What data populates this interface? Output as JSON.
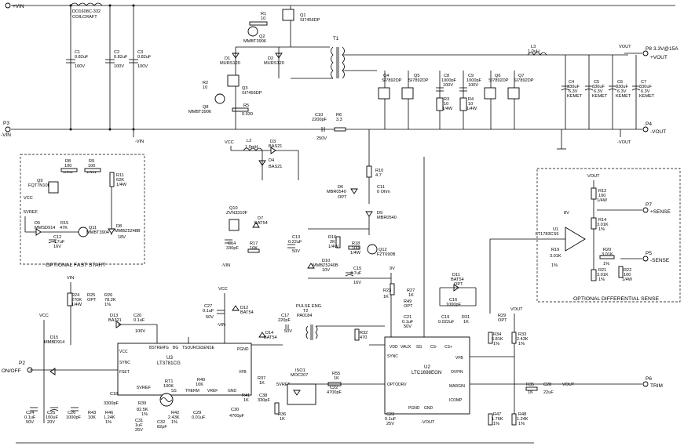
{
  "ports": {
    "vin_plus": "+VIN",
    "vin_minus_p3": "P3",
    "vin_minus": "-VIN",
    "p8": "P8",
    "p8_rating": "3.3V@15A",
    "vout_plus": "+VOUT",
    "p4": "P4",
    "vout_minus": "-VOUT",
    "p7": "P7",
    "sense_plus": "+SENSE",
    "p5": "P5",
    "sense_minus": "-SENSE",
    "p2": "P2",
    "onoff": "ON/OFF",
    "p6": "P6",
    "trim": "TRIM"
  },
  "nets": {
    "vout": "VOUT",
    "minus_vout": "-VOUT",
    "minus_vin": "-VIN",
    "vcc": "VCC",
    "vin": "VIN",
    "fivevref": "5VREF",
    "eightv": "8V",
    "ninev": "9V"
  },
  "components": {
    "l_in": [
      "DO1608C-332",
      "COILCRAFT"
    ],
    "c1": [
      "C1",
      "0.82uF",
      "100V"
    ],
    "c2": [
      "C2",
      "0.82uF",
      "100V"
    ],
    "c3": [
      "C3",
      "0.82uF",
      "100V"
    ],
    "r1": [
      "R1",
      "10"
    ],
    "q1": [
      "Q1",
      "SI7456DP"
    ],
    "q2": [
      "Q2",
      "MMBT3906"
    ],
    "d1": [
      "D1",
      "MURS120"
    ],
    "d2": [
      "D2",
      "MURS120"
    ],
    "t1": "T1",
    "r2": [
      "R2",
      "10"
    ],
    "q3": [
      "Q3",
      "SI7456DP"
    ],
    "q8": [
      "Q8",
      "MMBT3906"
    ],
    "r5": [
      "R5",
      "0.030"
    ],
    "l3": [
      "L3",
      "1.0uH"
    ],
    "q4": [
      "Q4",
      "SI7892DP"
    ],
    "q5": [
      "Q5",
      "SI7892DP"
    ],
    "c8": [
      "C8",
      "1000pF",
      "100V"
    ],
    "c9": [
      "C9",
      "1000pF",
      "100V"
    ],
    "q6": [
      "Q6",
      "SI7892DP"
    ],
    "q7": [
      "Q7",
      "SI7892DP"
    ],
    "r3": [
      "R3",
      "10",
      "1/4W"
    ],
    "r4": [
      "R4",
      "10",
      "1/4W"
    ],
    "c4": [
      "C4",
      "330uF",
      "6.3V",
      "KEMET"
    ],
    "c5": [
      "C5",
      "330uF",
      "6.3V",
      "KEMET"
    ],
    "c6": [
      "C6",
      "330uF",
      "6.3V",
      "KEMET"
    ],
    "c7": [
      "C7",
      "330uF",
      "6.3V",
      "KEMET"
    ],
    "c10": [
      "C10",
      "2200pF",
      "250V"
    ],
    "r6": [
      "R6",
      "3.3"
    ],
    "l2": [
      "L2",
      "1.0mH"
    ],
    "d3": [
      "D3",
      "BAS21"
    ],
    "d4": [
      "D4",
      "BAS21"
    ],
    "q9": [
      "Q9",
      "FQT7N10L"
    ],
    "r8": [
      "R8",
      "100",
      "1/4W"
    ],
    "r9": [
      "R9",
      "100",
      "1/4W"
    ],
    "r11": [
      "R11",
      "62K",
      "1/4W"
    ],
    "d5": [
      "D5",
      "MMSD914"
    ],
    "r15": [
      "R15",
      "47K"
    ],
    "q11": [
      "Q11",
      "MMBT3904"
    ],
    "d8": [
      "D8",
      "MMBZ5248B",
      "18V"
    ],
    "c12": [
      "C12",
      "4.7uF",
      "16V"
    ],
    "fast_start": "OPTIONAL FAST START",
    "r10": [
      "R10",
      "4.7"
    ],
    "d6": [
      "D6",
      "MBR0540",
      "OPT"
    ],
    "c11": [
      "C11",
      "0 Ohm"
    ],
    "d9": [
      "D9",
      "MBR0540"
    ],
    "q10": [
      "Q10",
      "ZVN3310F"
    ],
    "d7": [
      "D7",
      "BAT54"
    ],
    "c14": [
      "C14",
      "330pF"
    ],
    "r17": [
      "R17",
      "10K"
    ],
    "c13": [
      "C13",
      "0.22uF",
      "50V"
    ],
    "r16": [
      "R16",
      "2K",
      "1/4W"
    ],
    "r18": [
      "R18",
      "100",
      "1/4W"
    ],
    "q12": [
      "Q12",
      "FZT690B"
    ],
    "d10": [
      "D10",
      "MMBZ5240B",
      "10V"
    ],
    "c15": [
      "C15",
      "4.7uF",
      "16V"
    ],
    "u1": [
      "U1",
      "LT1783CS5"
    ],
    "r12": [
      "R12",
      "100",
      "1/4W"
    ],
    "r14": [
      "R14",
      "3.01K",
      "1%"
    ],
    "r19": [
      "R19",
      "3.01K",
      "1%"
    ],
    "r20": [
      "R20",
      "3.01K",
      "1%"
    ],
    "r21": [
      "R21",
      "3.01K",
      "1%"
    ],
    "r22": [
      "R22",
      "100",
      "1/4W"
    ],
    "diff_sense": "OPTIONAL DIFFERENTIAL SENSE",
    "r24": [
      "R24",
      "270K",
      "1/4W"
    ],
    "r25": [
      "R25",
      "OPT"
    ],
    "r26": [
      "R26",
      "78.2K",
      "1%"
    ],
    "d13": [
      "D13",
      "BA321"
    ],
    "c20": [
      "C20",
      "0.1uF",
      "100V"
    ],
    "d15": [
      "D15",
      "MMBD914"
    ],
    "c27": [
      "C27",
      "0.1uF",
      "50V"
    ],
    "d12": [
      "D12",
      "BAT54"
    ],
    "d14": [
      "D14",
      "BAT54"
    ],
    "u3": [
      "U3",
      "LT3781CG"
    ],
    "pulse_eng": "PULSE ENG.",
    "t2": [
      "T2",
      "PA0184"
    ],
    "c17": [
      "C17",
      "220pF",
      "50V"
    ],
    "r32": [
      "R32",
      "470"
    ],
    "r23": [
      "R23",
      "1K"
    ],
    "r27": [
      "R27",
      "1K"
    ],
    "r49": [
      "R49",
      "OPT"
    ],
    "c21": [
      "C21",
      "0.1uF",
      "50V"
    ],
    "d11": [
      "D11",
      "BAT54",
      "OPT"
    ],
    "c16": [
      "C16",
      "1000pF"
    ],
    "c19": [
      "C19",
      "0.022uF"
    ],
    "r31": [
      "R31",
      "1K"
    ],
    "r29": [
      "R29",
      "OPT"
    ],
    "r34": [
      "R34",
      "6.81K",
      "1%"
    ],
    "r33": [
      "R33",
      "2.43K",
      "1%"
    ],
    "u2": [
      "U2",
      "LTC1698EGN"
    ],
    "r35": [
      "R35",
      "1K"
    ],
    "c28": [
      "C28",
      "22uF"
    ],
    "r47": [
      "R47",
      "1.76K",
      "1%"
    ],
    "r48": [
      "R48",
      "1.24K",
      "1%"
    ],
    "c18": [
      "C18",
      "3300pF"
    ],
    "rt1": [
      "RT1",
      "100K"
    ],
    "r40": [
      "R40",
      "10K"
    ],
    "r39": [
      "R39",
      "82.5K",
      "1%"
    ],
    "c32": [
      "C32",
      "82pF"
    ],
    "c24": [
      "C24",
      "0.1uF",
      "50V"
    ],
    "c25": [
      "C25",
      "100uF",
      "20V"
    ],
    "c26": [
      "C26",
      "1000pF"
    ],
    "r43": [
      "R43",
      "10K"
    ],
    "r46": [
      "R46",
      "1.24K",
      "1%"
    ],
    "c31": [
      "C31",
      "1uF",
      "25V"
    ],
    "r42": [
      "R42",
      "2.43K",
      "1%"
    ],
    "c29": [
      "C29",
      "0.01uF"
    ],
    "c30": [
      "C30",
      "4700pF"
    ],
    "r37": [
      "R37",
      "1K"
    ],
    "r41": [
      "R41",
      "1K"
    ],
    "c38": [
      "C38",
      "330pF"
    ],
    "iso1": [
      "ISO1",
      "MOC207"
    ],
    "r55": [
      "R55",
      "1K"
    ],
    "c22": [
      "C22",
      "4700pF"
    ],
    "r36": [
      "R36",
      "1K"
    ],
    "c23": [
      "C23",
      "0.1uF",
      "25V"
    ]
  },
  "u3_pins": [
    "VCC",
    "BSTREF",
    "TG",
    "BG",
    "TSOURCE",
    "SENSE",
    "PGND",
    "SYNC",
    "FSET",
    "VFB",
    "SS",
    "THERM",
    "VREF",
    "GND"
  ],
  "u2_pins": [
    "VDD",
    "VAUX",
    "SG",
    "CS-",
    "CS+",
    "SYNC",
    "OPTODRV",
    "VFB",
    "OVPIN",
    "MARGIN",
    "ICOMP",
    "PGND",
    "GND"
  ]
}
